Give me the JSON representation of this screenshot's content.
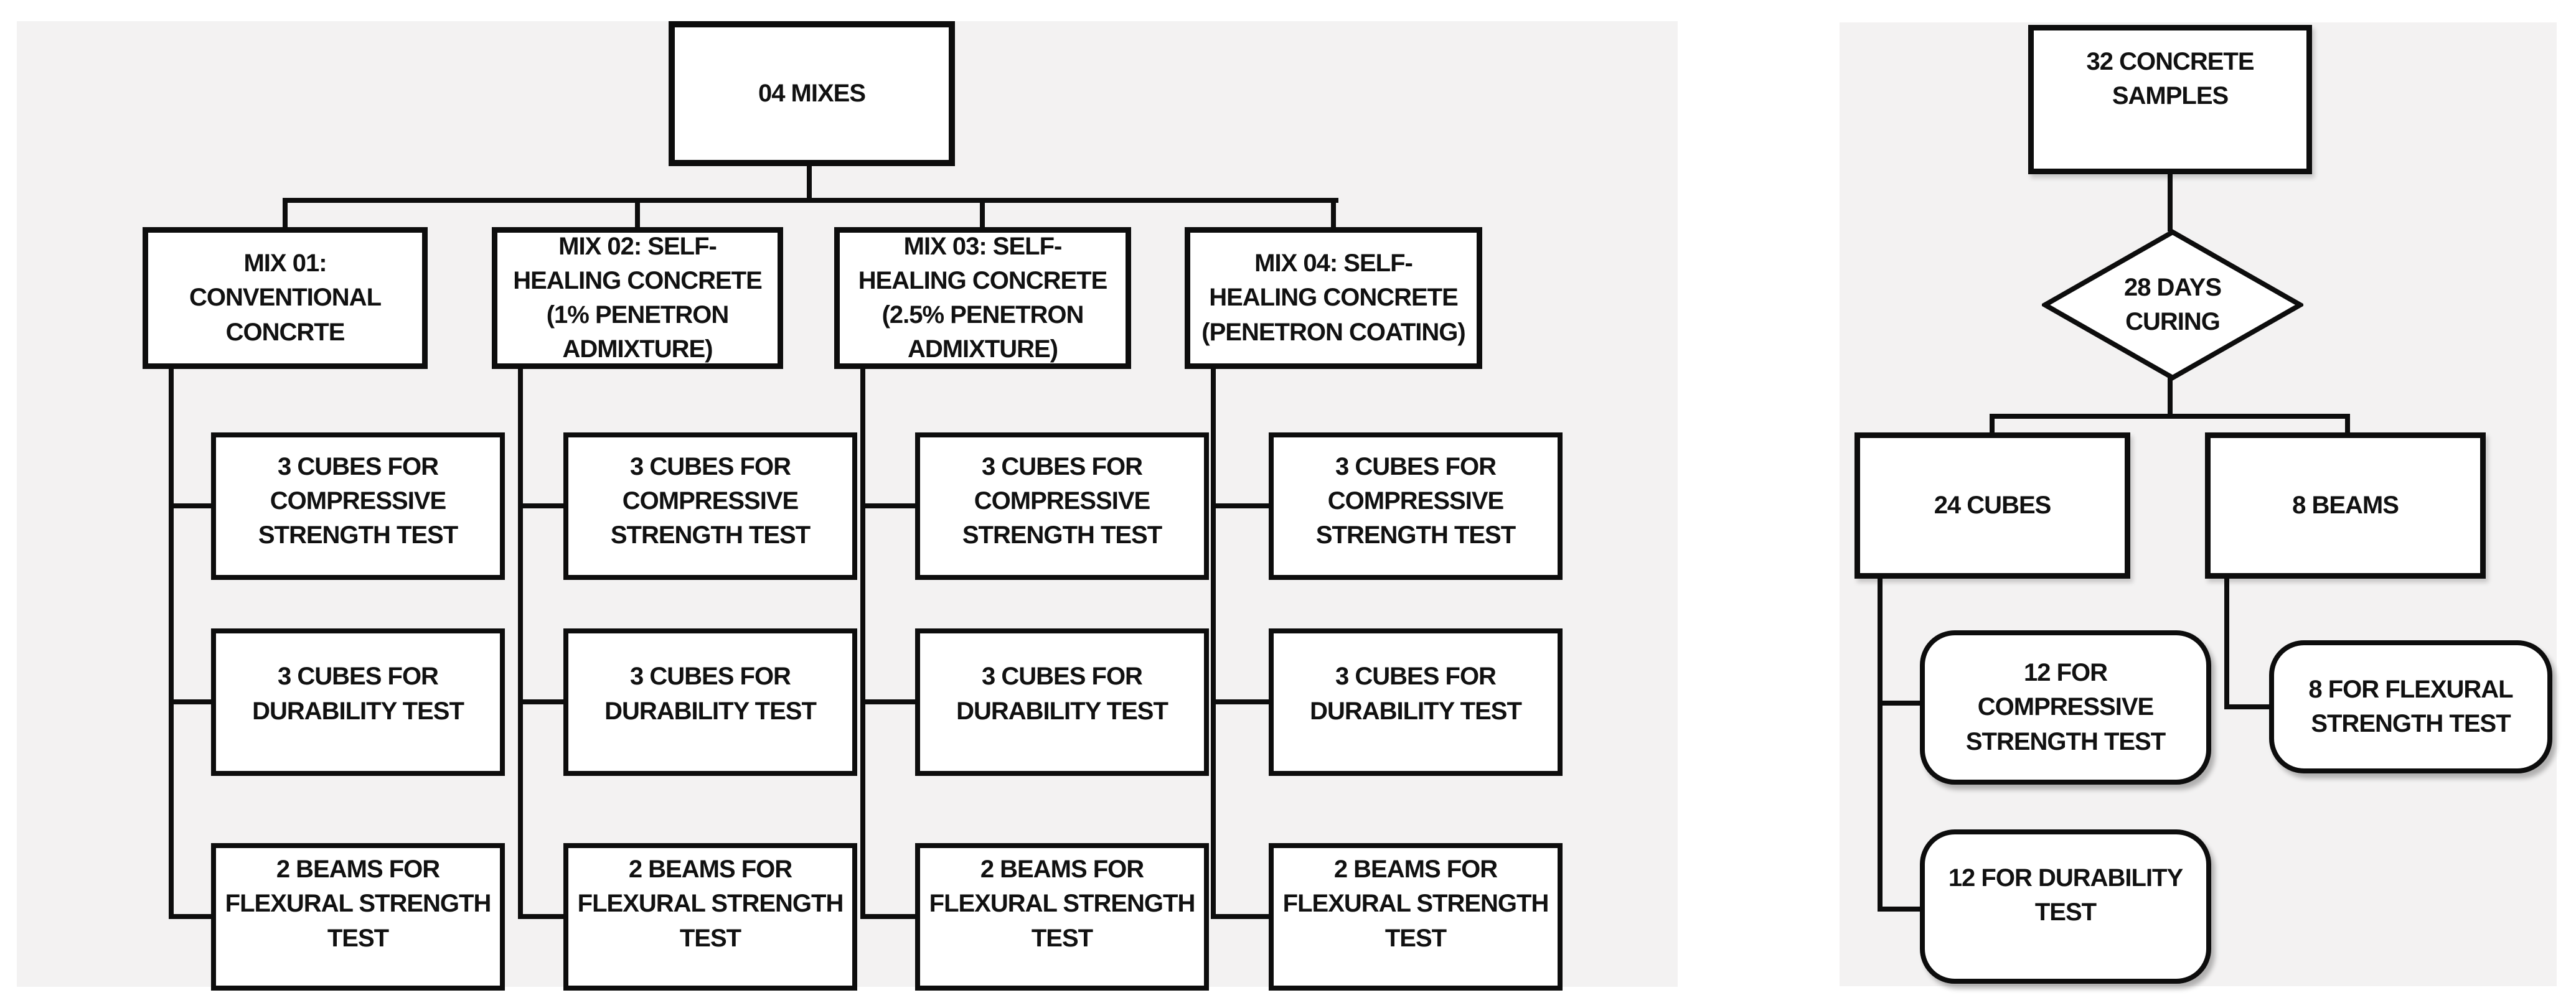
{
  "mix_flowchart": {
    "root": "04 MIXES",
    "mixes": [
      "MIX 01:\nCONVENTIONAL\nCONCRTE",
      "MIX 02: SELF-\nHEALING CONCRETE\n(1% PENETRON\nADMIXTURE)",
      "MIX 03: SELF-\nHEALING CONCRETE\n(2.5% PENETRON\nADMIXTURE)",
      "MIX 04: SELF-\nHEALING CONCRETE\n(PENETRON COATING)"
    ],
    "tests": [
      "3 CUBES FOR\nCOMPRESSIVE\nSTRENGTH TEST",
      "3 CUBES FOR\nDURABILITY TEST",
      "2 BEAMS FOR\nFLEXURAL STRENGTH\nTEST"
    ]
  },
  "samples_flowchart": {
    "root": "32 CONCRETE\nSAMPLES",
    "decision": "28 DAYS\nCURING",
    "branches": [
      "24 CUBES",
      "8 BEAMS"
    ],
    "leaves": [
      "12 FOR\nCOMPRESSIVE\nSTRENGTH TEST",
      "8 FOR FLEXURAL\nSTRENGTH TEST",
      "12 FOR DURABILITY\nTEST"
    ]
  },
  "colors": {
    "panel_bg": "#f3f2f2",
    "box_bg": "#ffffff",
    "line": "#0d0d0d",
    "text": "#111111"
  }
}
